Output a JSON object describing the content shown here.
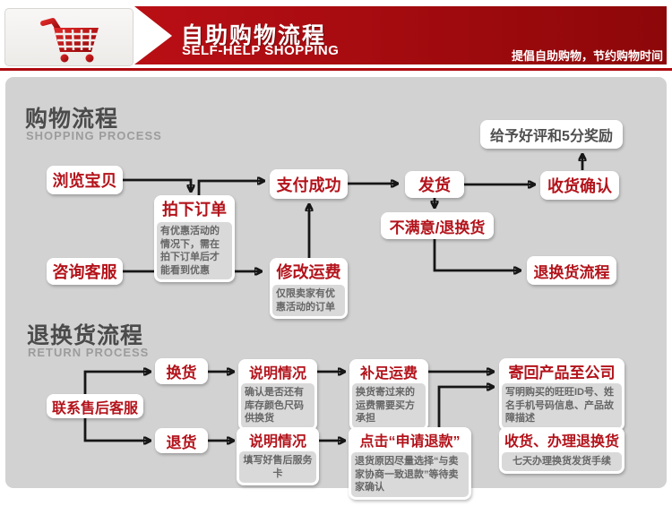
{
  "header": {
    "title_cn": "自助购物流程",
    "title_en": "SELF-HELP SHOPPING",
    "tagline": "提倡自助购物，节约购物时间",
    "cart_icon": "shopping-cart-icon"
  },
  "colors": {
    "banner_red_left": "#b90f15",
    "banner_red_right": "#8d0709",
    "accent_red": "#b3131b",
    "panel_gray": "#d2d2d2",
    "note_gray": "#d9d9d9",
    "note_text": "#666666",
    "arrow_black": "#161616"
  },
  "shopping_process": {
    "title_cn": "购物流程",
    "title_en": "SHOPPING PROCESS",
    "nodes": {
      "browse": {
        "label": "浏览宝贝"
      },
      "order": {
        "label": "拍下订单",
        "note": "有优惠活动的情况下，需在拍下订单后才能看到优惠"
      },
      "consult": {
        "label": "咨询客服"
      },
      "pay": {
        "label": "支付成功"
      },
      "shipping_fee": {
        "label": "修改运费",
        "note": "仅限卖家有优惠活动的订单"
      },
      "ship": {
        "label": "发货"
      },
      "unsatisfied": {
        "label": "不满意/退换货"
      },
      "confirm": {
        "label": "收货确认"
      },
      "praise": {
        "label": "给予好评和5分奖励"
      },
      "return_flow": {
        "label": "退换货流程"
      }
    }
  },
  "return_process": {
    "title_cn": "退换货流程",
    "title_en": "RETURN PROCESS",
    "nodes": {
      "contact": {
        "label": "联系售后客服"
      },
      "exchange": {
        "label": "换货"
      },
      "refund": {
        "label": "退货"
      },
      "explain_exchange": {
        "label": "说明情况",
        "note": "确认是否还有库存颜色尺码供换货"
      },
      "pay_shipping": {
        "label": "补足运费",
        "note": "换货寄过来的运费需要买方承担"
      },
      "explain_refund": {
        "label": "说明情况",
        "note": "填写好售后服务卡"
      },
      "apply_refund": {
        "label": "点击“申请退款”",
        "note": "退货原因尽量选择“与卖家协商一致退款”等待卖家确认"
      },
      "send_back": {
        "label": "寄回产品至公司",
        "note": "写明购买的旺旺ID号、姓名手机号码信息、产品故障描述"
      },
      "receive": {
        "label": "收货、办理退换货",
        "note": "七天办理换货发货手续"
      }
    }
  }
}
